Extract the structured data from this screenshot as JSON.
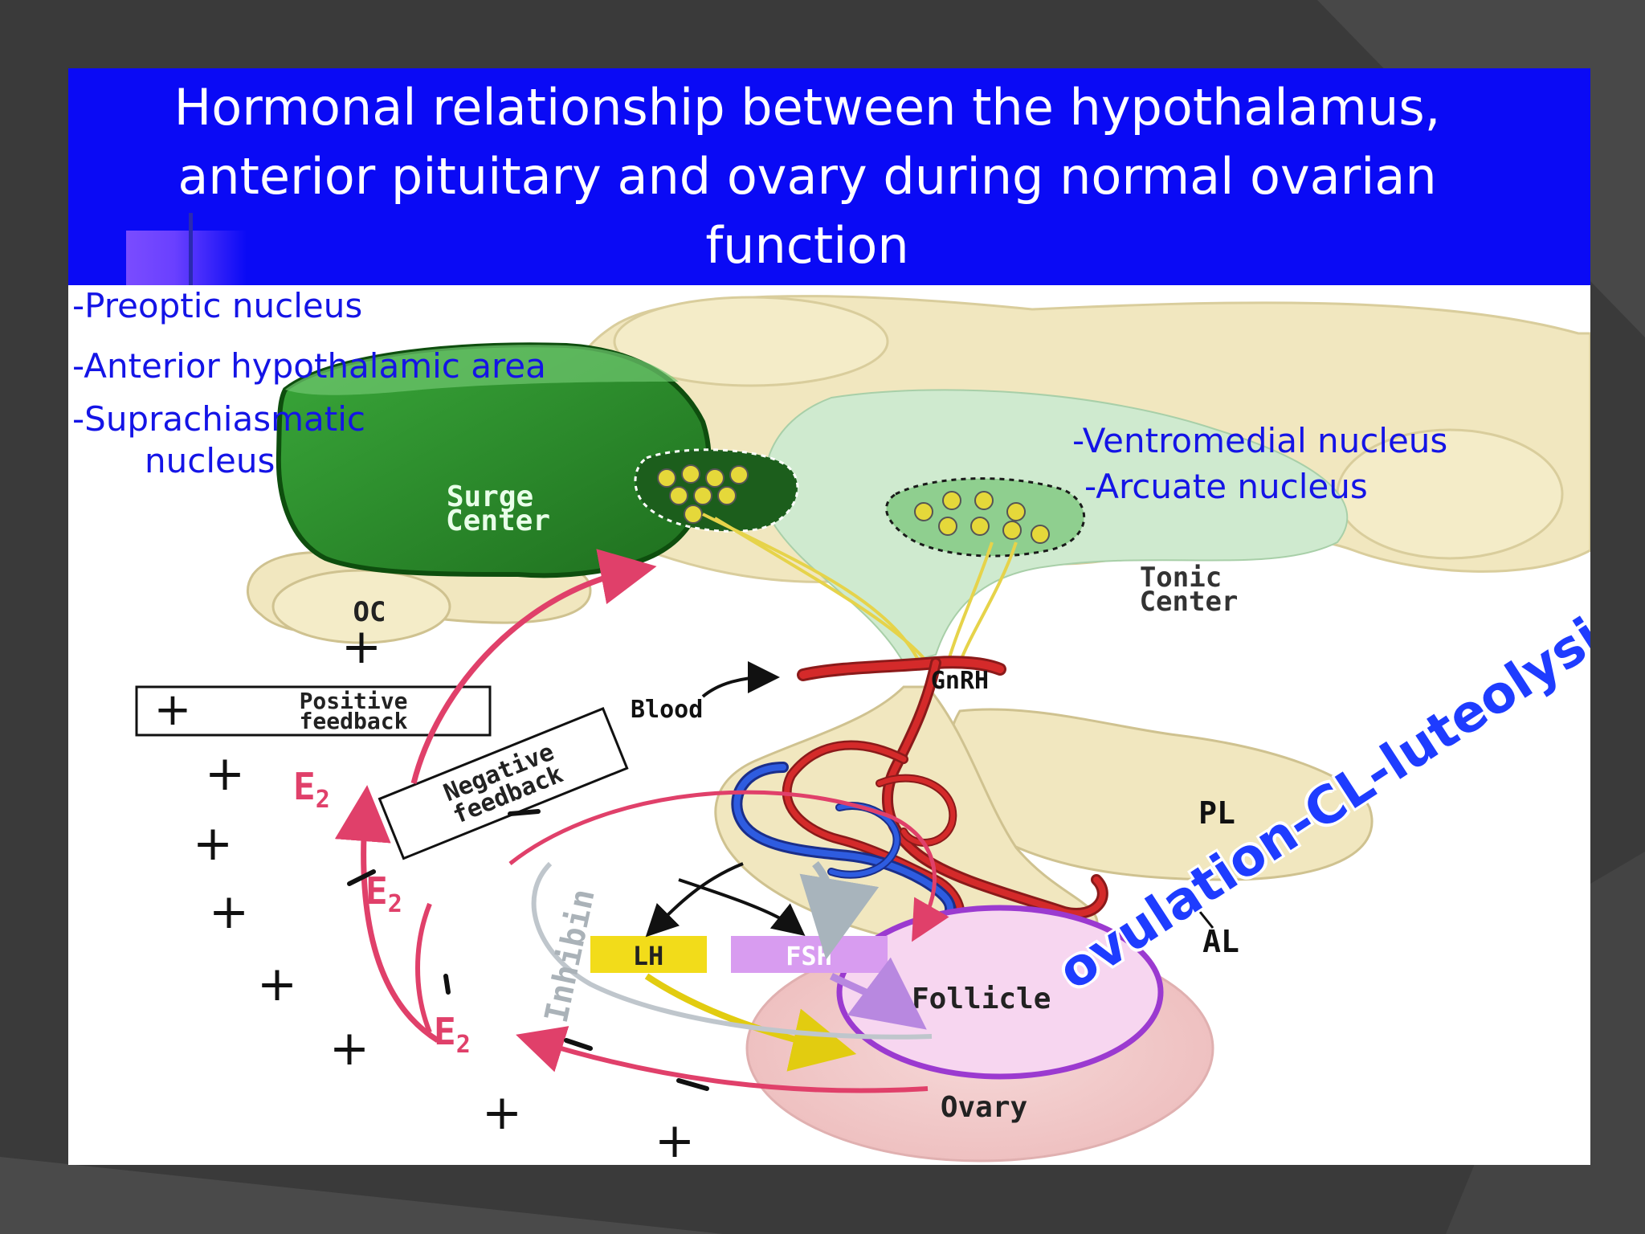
{
  "title": "Hormonal relationship between the hypothalamus, anterior pituitary and ovary during normal ovarian function",
  "labels": {
    "preoptic": "-Preoptic nucleus",
    "anterior_hypothalamic": "-Anterior hypothalamic area",
    "suprachiasmatic_1": "-Suprachiasmatic",
    "suprachiasmatic_2": "nucleus",
    "ventromedial": "-Ventromedial nucleus",
    "arcuate": "-Arcuate nucleus"
  },
  "figure": {
    "surge_center_1": "Surge",
    "surge_center_2": "Center",
    "tonic_center_1": "Tonic",
    "tonic_center_2": "Center",
    "oc": "OC",
    "gnrh": "GnRH",
    "blood": "Blood",
    "positive_feedback_1": "Positive",
    "positive_feedback_2": "feedback",
    "negative_feedback_1": "Negative",
    "negative_feedback_2": "feedback",
    "pl": "PL",
    "al": "AL",
    "lh": "LH",
    "fsh": "FSH",
    "follicle": "Follicle",
    "ovary": "Ovary",
    "inhibin": "Inhibin",
    "e2": "E",
    "e2_sub": "2",
    "plus": "+",
    "minus": "−"
  },
  "watermark": "ovulation-CL-luteolysis",
  "colors": {
    "background": "#3a3a3a",
    "banner": "#0a0af5",
    "label_blue": "#1414e6",
    "surge_green": "#2f8f2f",
    "tonic_green": "#cfeacf",
    "pituitary_beige": "#f1e7bf",
    "estradiol_red": "#e0406a",
    "lh_yellow": "#f2dc1a",
    "fsh_purple": "#d89cf0",
    "ovary_pink": "#f1c7c7"
  }
}
